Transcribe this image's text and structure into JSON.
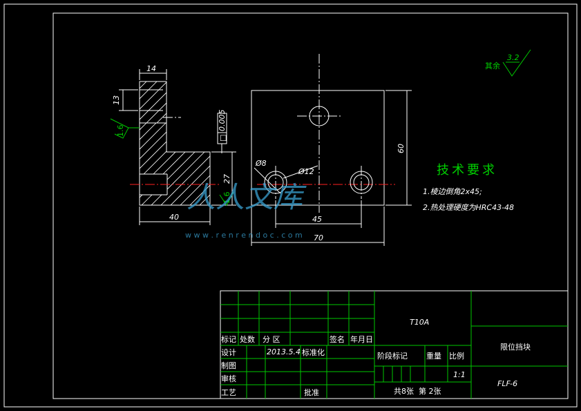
{
  "dims": {
    "d14": "14",
    "d13": "13",
    "d40": "40",
    "d27": "27",
    "d60": "60",
    "d45": "45",
    "d70": "70",
    "d8": "Ø8",
    "d12": "Ø12"
  },
  "tolerance": {
    "flatness": "0.005",
    "symbol": "□"
  },
  "roughness": {
    "side": "1.6",
    "bottom": "1.6",
    "rest_label": "其余",
    "rest_value": "3.2"
  },
  "tech": {
    "title": "技术要求",
    "item1": "1.棱边倒角2x45;",
    "item2": "2.热处理硬度为HRC43-48"
  },
  "watermark": {
    "logo": "人人文库",
    "url": "w w w . r e n r e n d o c . c o m"
  },
  "title_block": {
    "material": "T10A",
    "part_name": "限位挡块",
    "drawing_no": "FLF-6",
    "scale": "1:1",
    "stage_mark": "阶段标记",
    "weight": "重量",
    "scale_label": "比例",
    "total_sheets": "共8张",
    "sheet": "第 2张",
    "row_mark": "标记",
    "row_count": "处数",
    "row_zone": "分 区",
    "row_sign": "签名",
    "row_date": "年月日",
    "design": "设计",
    "date": "2013.5.4",
    "standard": "标准化",
    "draft": "制图",
    "review": "审核",
    "process": "工艺",
    "approve": "批准"
  }
}
